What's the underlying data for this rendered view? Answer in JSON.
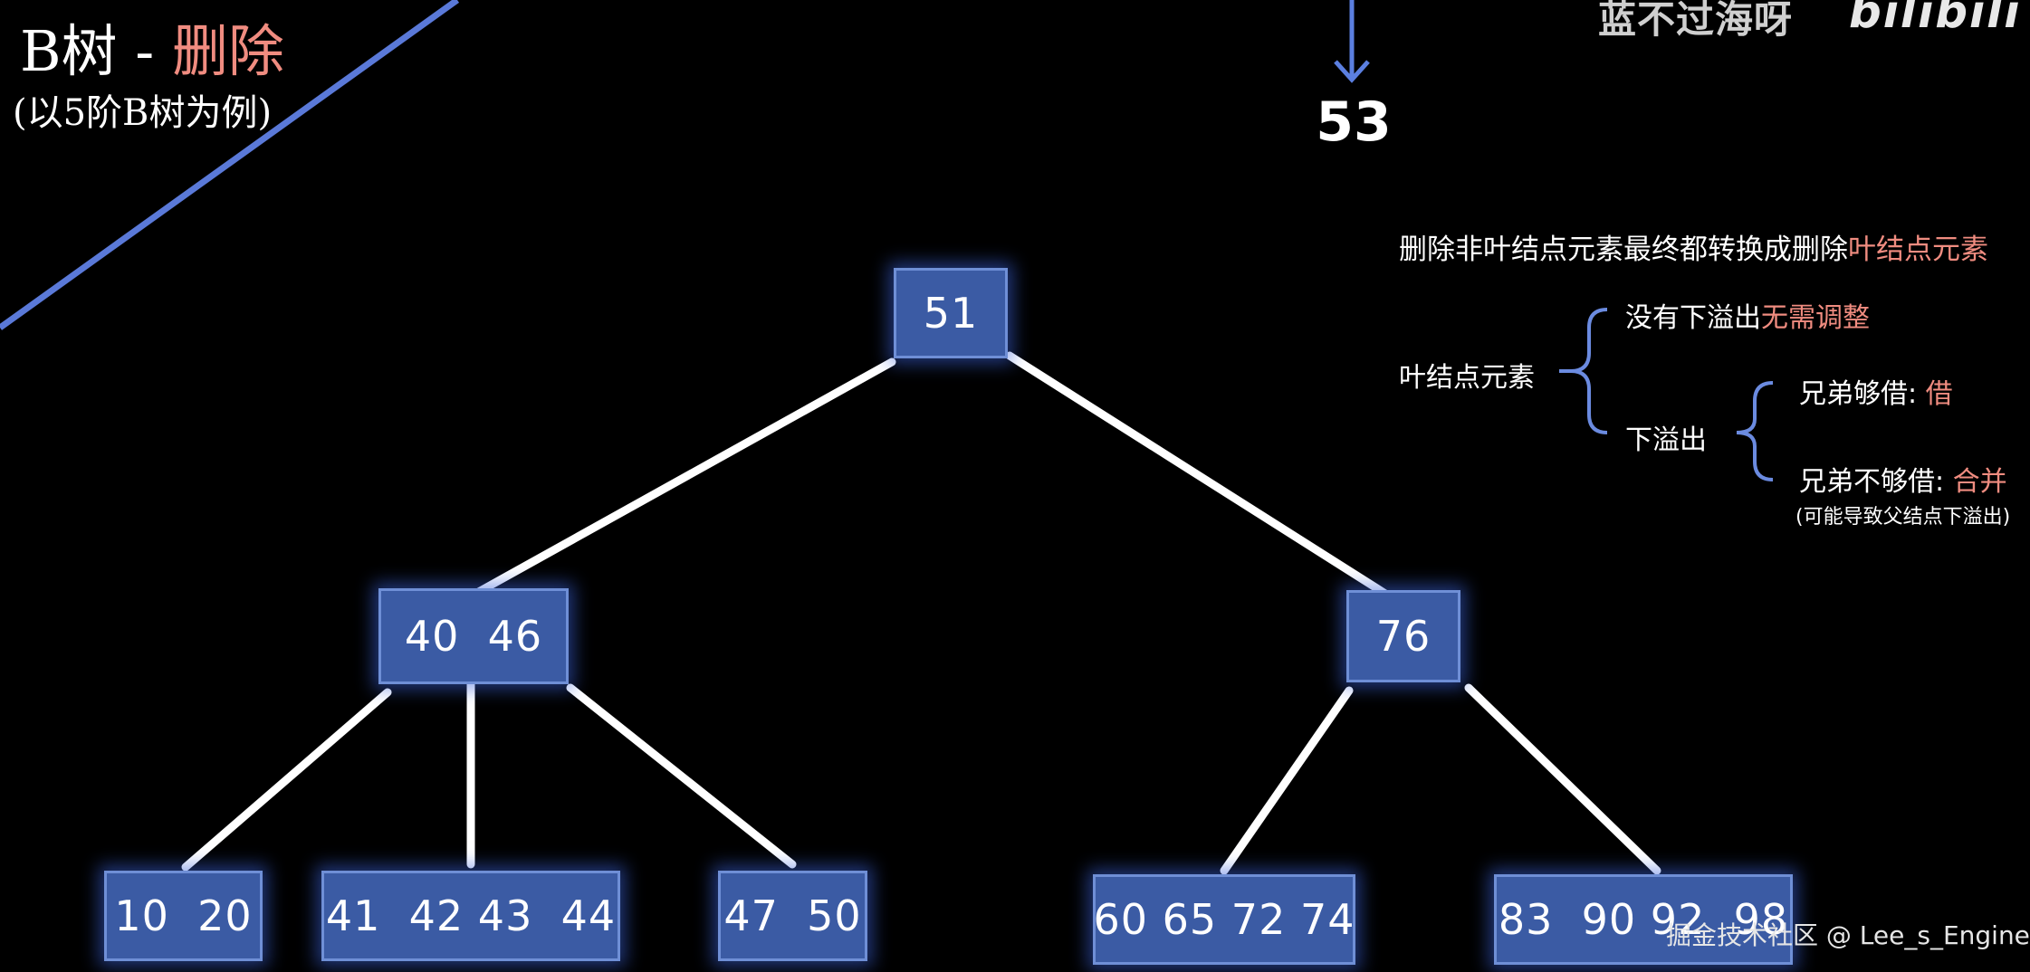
{
  "header": {
    "title_main": "B树 -",
    "title_accent": "删除",
    "subtitle": "(以5阶B树为例)"
  },
  "insert_key": "53",
  "watermarks": {
    "top_text": "蓝不过海呀",
    "top_logo": "bilibili",
    "bottom": "掘金技术社区 @ Lee_s_Engineer"
  },
  "tree": {
    "root": "51",
    "level1": [
      "40  46",
      "76"
    ],
    "leaves": [
      "10  20",
      "41  42 43  44",
      "47  50",
      "60 65 72 74",
      "83  90 92  98"
    ]
  },
  "notes": {
    "summary_prefix": "删除非叶结点元素最终都转换成删除",
    "summary_accent": "叶结点元素",
    "leaf_label": "叶结点元素",
    "no_underflow": "没有下溢出",
    "no_adjust": "无需调整",
    "underflow": "下溢出",
    "sibling_enough": "兄弟够借: ",
    "borrow": "借",
    "sibling_not_enough": "兄弟不够借: ",
    "merge": "合并",
    "merge_note": "(可能导致父结点下溢出)"
  },
  "colors": {
    "background": "#000000",
    "node_fill": "#3b5ba4",
    "node_border": "#6f8fd6",
    "accent": "#f08c80",
    "brace": "#6b8be0",
    "diagonal": "#5a79d8"
  }
}
